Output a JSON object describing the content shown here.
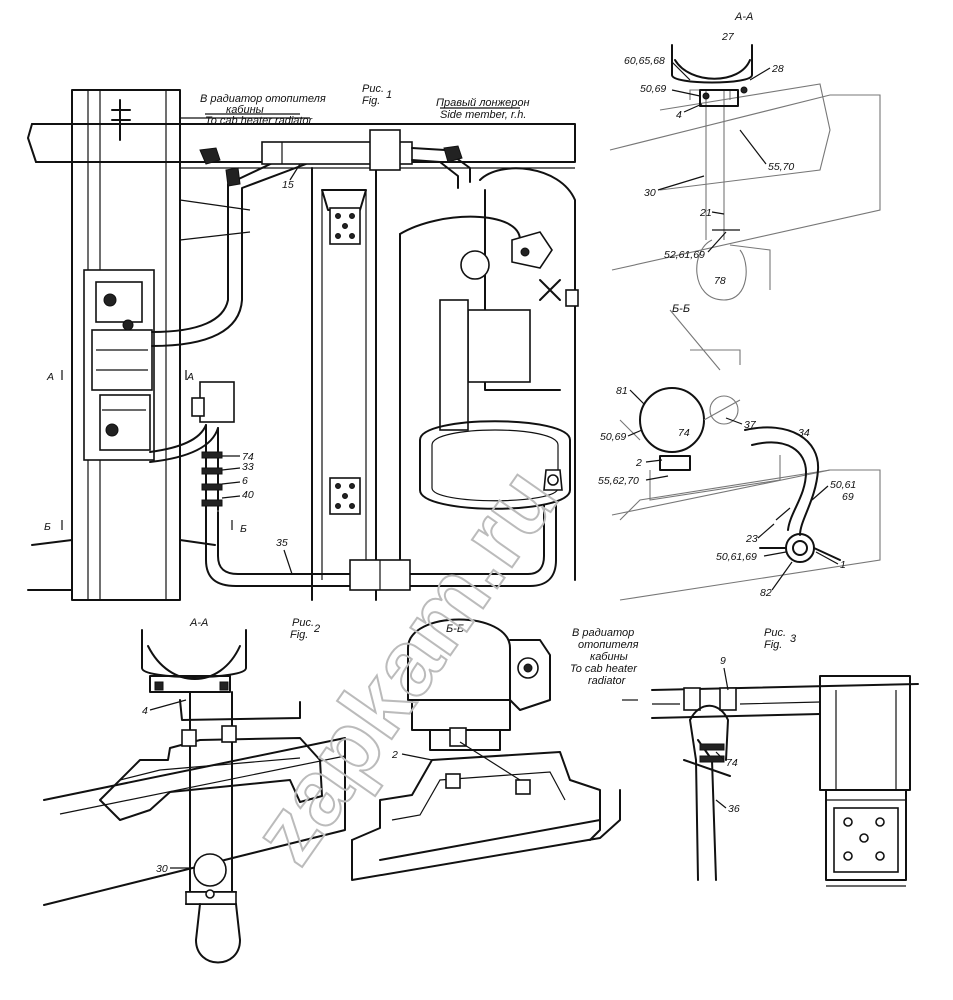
{
  "figures": {
    "fig1": {
      "ru": "Рис.",
      "en": "Fig.",
      "num": "1"
    },
    "fig2": {
      "ru": "Рис.",
      "en": "Fig.",
      "num": "2"
    },
    "fig3": {
      "ru": "Рис.",
      "en": "Fig.",
      "num": "3"
    }
  },
  "captions": {
    "heater_ru_1": "В радиатор отопителя",
    "heater_ru_2": "кабины",
    "heater_en": "To cab heater radiator",
    "side_ru": "Правый лонжерон",
    "side_en": "Side member, r.h.",
    "heater3_ru_1": "В радиатор",
    "heater3_ru_2": "отопителя",
    "heater3_ru_3": "кабины",
    "heater3_en_1": "To cab heater",
    "heater3_en_2": "radiator"
  },
  "sections": {
    "aa_top": "А-А",
    "bb_right": "Б-Б",
    "aa_bottom": "А-А",
    "bb_bottom": "Б-Б",
    "mark_a": "А",
    "mark_b": "Б"
  },
  "callouts": {
    "fig1": {
      "c15": "15",
      "c74": "74",
      "c33": "33",
      "c6": "6",
      "c40": "40",
      "c35": "35"
    },
    "aa_top": {
      "c27": "27",
      "c28": "28",
      "c606568": "60,65,68",
      "c5069": "50,69",
      "c4": "4",
      "c5570": "55,70",
      "c30": "30",
      "c21": "21",
      "c526169": "52,61,69",
      "c78": "78"
    },
    "bb_right": {
      "c81": "81",
      "c74": "74",
      "c37": "37",
      "c34": "34",
      "c5069": "50,69",
      "c2": "2",
      "c556270": "55,62,70",
      "c5061": "50,61",
      "c69": "69",
      "c23": "23",
      "c506169": "50,61,69",
      "c1": "1",
      "c82": "82"
    },
    "aa_bottom": {
      "c4": "4",
      "c30": "30"
    },
    "bb_bottom": {
      "c2": "2"
    },
    "fig3": {
      "c9": "9",
      "c74": "74",
      "c36": "36"
    }
  },
  "watermark": "zapkam.ru"
}
